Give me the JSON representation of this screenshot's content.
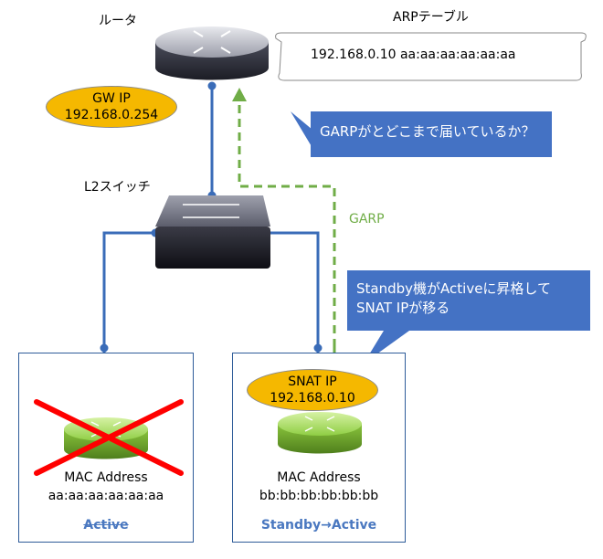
{
  "router": {
    "label": "ルータ"
  },
  "arp_table": {
    "title": "ARPテーブル",
    "entry": "192.168.0.10  aa:aa:aa:aa:aa:aa"
  },
  "gateway": {
    "name": "GW IP",
    "ip": "192.168.0.254"
  },
  "callout_top": {
    "text": "GARPがとどこまで届いているか？"
  },
  "switch": {
    "label": "L2スイッチ"
  },
  "garp": {
    "label": "GARP",
    "color": "#70ad47"
  },
  "callout_mid": {
    "line1": "Standby機がActiveに昇格して",
    "line2": "SNAT IPが移る"
  },
  "snat": {
    "name": "SNAT IP",
    "ip": "192.168.0.10"
  },
  "node_left": {
    "mac_title": "MAC Address",
    "mac": "aa:aa:aa:aa:aa:aa",
    "status": "Active"
  },
  "node_right": {
    "mac_title": "MAC Address",
    "mac": "bb:bb:bb:bb:bb:bb",
    "status": "Standby→Active"
  },
  "colors": {
    "link": "#3a6cb8",
    "callout": "#4472c4",
    "ellipse": "#f5b800",
    "cross": "#ff0000"
  }
}
